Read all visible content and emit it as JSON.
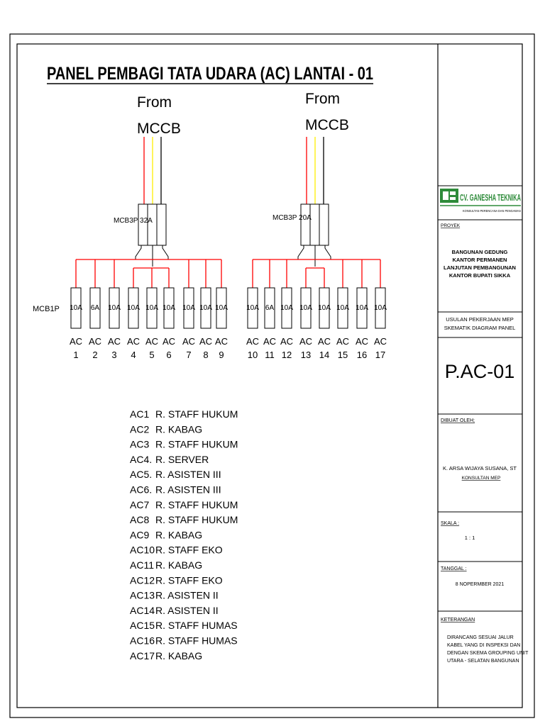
{
  "title": "PANEL PEMBAGI TATA UDARA (AC) LANTAI - 01",
  "panels": [
    {
      "from_line1": "From",
      "from_line2": "MCCB",
      "mcb3p_label": "MCB3P 32A",
      "breakers": [
        {
          "rating": "10A",
          "ac": "AC",
          "num": "1"
        },
        {
          "rating": "6A",
          "ac": "AC",
          "num": "2"
        },
        {
          "rating": "10A",
          "ac": "AC",
          "num": "3"
        },
        {
          "rating": "10A",
          "ac": "AC",
          "num": "4"
        },
        {
          "rating": "10A",
          "ac": "AC",
          "num": "5"
        },
        {
          "rating": "10A",
          "ac": "AC",
          "num": "6"
        },
        {
          "rating": "10A",
          "ac": "AC",
          "num": "7"
        },
        {
          "rating": "10A",
          "ac": "AC",
          "num": "8"
        },
        {
          "rating": "10A",
          "ac": "AC",
          "num": "9"
        }
      ]
    },
    {
      "from_line1": "From",
      "from_line2": "MCCB",
      "mcb3p_label": "MCB3P 20A",
      "breakers": [
        {
          "rating": "10A",
          "ac": "AC",
          "num": "10"
        },
        {
          "rating": "6A",
          "ac": "AC",
          "num": "11"
        },
        {
          "rating": "10A",
          "ac": "AC",
          "num": "12"
        },
        {
          "rating": "10A",
          "ac": "AC",
          "num": "13"
        },
        {
          "rating": "10A",
          "ac": "AC",
          "num": "14"
        },
        {
          "rating": "10A",
          "ac": "AC",
          "num": "15"
        },
        {
          "rating": "10A",
          "ac": "AC",
          "num": "16"
        },
        {
          "rating": "10A",
          "ac": "AC",
          "num": "17"
        }
      ]
    }
  ],
  "mcb1p_label": "MCB1P",
  "legend": [
    {
      "code": "AC1",
      "room": "R. STAFF HUKUM"
    },
    {
      "code": "AC2",
      "room": "R. KABAG"
    },
    {
      "code": "AC3",
      "room": "R. STAFF HUKUM"
    },
    {
      "code": "AC4.",
      "room": "R. SERVER"
    },
    {
      "code": "AC5.",
      "room": "R. ASISTEN III"
    },
    {
      "code": "AC6.",
      "room": "R. ASISTEN III"
    },
    {
      "code": "AC7",
      "room": "R. STAFF HUKUM"
    },
    {
      "code": "AC8",
      "room": "R. STAFF HUKUM"
    },
    {
      "code": "AC9",
      "room": "R. KABAG"
    },
    {
      "code": "AC10",
      "room": "R. STAFF EKO"
    },
    {
      "code": "AC11",
      "room": "R. KABAG"
    },
    {
      "code": "AC12",
      "room": "R. STAFF EKO"
    },
    {
      "code": "AC13",
      "room": "R. ASISTEN II"
    },
    {
      "code": "AC14",
      "room": "R. ASISTEN II"
    },
    {
      "code": "AC15",
      "room": "R. STAFF HUMAS"
    },
    {
      "code": "AC16",
      "room": "R. STAFF HUMAS"
    },
    {
      "code": "AC17",
      "room": "R. KABAG"
    }
  ],
  "title_block": {
    "company_name": "CV. GANESHA TEKNIKA",
    "company_tagline": "KONSULTAN PERENCANA DAN PENGAWAS",
    "proyek_label": "PROYEK",
    "proyek_lines": [
      "BANGUNAN GEDUNG",
      "KANTOR PERMANEN",
      "LANJUTAN PEMBANGUNAN",
      "KANTOR BUPATI SIKKA"
    ],
    "usulan": "USULAN PEKERJAAN MEP",
    "skematik": "SKEMATIK DIAGRAM PANEL",
    "drawing_no": "P.AC-01",
    "dibuat_label": "DIBUAT OLEH;",
    "dibuat_name": "K. ARSA WIJAYA SUSANA, ST",
    "dibuat_role": "KONSULTAN MEP",
    "skala_label": "SKALA :",
    "skala_value": "1 : 1",
    "tanggal_label": "TANGGAL :",
    "tanggal_value": "8 NOPERMBER 2021",
    "keterangan_label": "KETERANGAN",
    "keterangan_lines": [
      "DIRANCANG SESUAI JALUR",
      "KABEL YANG DI INSPEKSI DAN",
      "DENGAN SKEMA GROUPING UNIT",
      "UTARA - SELATAN BANGUNAN"
    ]
  },
  "colors": {
    "phase_r": "#ff0000",
    "phase_y": "#ffee00",
    "neutral": "#000000",
    "line": "#000000"
  }
}
